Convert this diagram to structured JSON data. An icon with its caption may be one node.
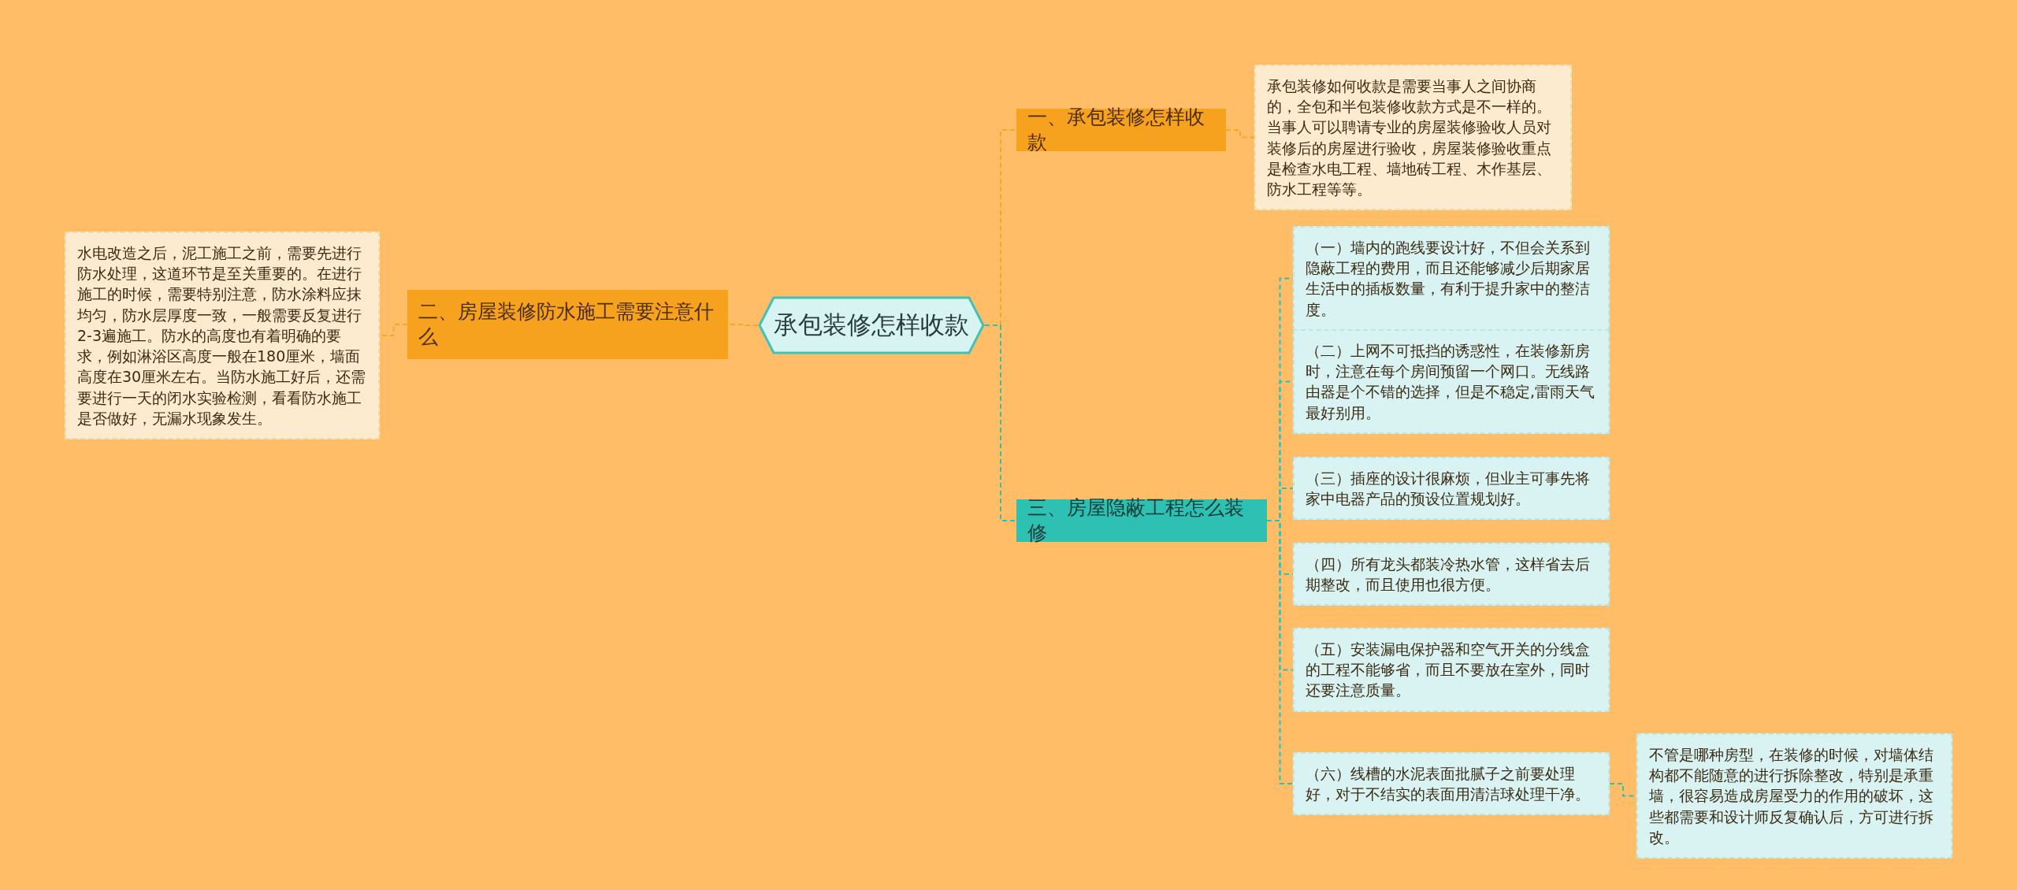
{
  "diagram": {
    "nodes": [
      {
        "text": [
          "承包装修怎样收款"
        ]
      },
      {
        "text": [
          "一、承包装修怎样收款"
        ]
      },
      {
        "text": [
          "承包装修如何收款是需要当事人之间协商的，全包和半包装修收款方式是不一样的。当事人可以聘请专业的房屋装修验收人员对装修后的房屋进行验收，房屋装修验收重点是检查水电工程、墙地砖工程、木作基层、防水工程等等。"
        ]
      },
      {
        "text": [
          "二、房屋装修防水施工需要注意什么"
        ]
      },
      {
        "text": [
          "水电改造之后，泥工施工之前，需要先进行防水处理，这道环节是至关重要的。在进行施工的时候，需要特别注意，防水涂料应抹均匀，防水层厚度一致，一般需要反复进行2-3遍施工。防水的高度也有着明确的要求，例如淋浴区高度一般在180厘米，墙面高度在30厘米左右。当防水施工好后，还需要进行一天的闭水实验检测，看看防水施工是否做好，无漏水现象发生。"
        ]
      },
      {
        "text": [
          "三、房屋隐蔽工程怎么装修"
        ]
      },
      {
        "text": [
          "（一）墙内的跑线要设计好，不但会关系到隐蔽工程的费用，而且还能够减少后期家居生活中的插板数量，有利于提升家中的整洁度。"
        ]
      },
      {
        "text": [
          "（二）上网不可抵挡的诱惑性，在装修新房时，注意在每个房间预留一个网口。无线路由器是个不错的选择，但是不稳定,雷雨天气最好别用。"
        ]
      },
      {
        "text": [
          "（三）插座的设计很麻烦，但业主可事先将家中电器产品的预设位置规划好。"
        ]
      },
      {
        "text": [
          "（四）所有龙头都装冷热水管，这样省去后期整改，而且使用也很方便。"
        ]
      },
      {
        "text": [
          "（五）安装漏电保护器和空气开关的分线盒的工程不能够省，而且不要放在室外，同时还要注意质量。"
        ]
      },
      {
        "text": [
          "（六）线槽的水泥表面批腻子之前要处理好，对于不结实的表面用清洁球处理干净。"
        ]
      },
      {
        "text": [
          "不管是哪种房型，在装修的时候，对墙体结构都不能随意的进行拆除整改，特别是承重墙，很容易造成房屋受力的作用的破坏，这些都需要和设计师反复确认后，方可进行拆改。"
        ]
      }
    ],
    "edges": [
      {
        "from": 0,
        "to": 1,
        "arrow": "none",
        "color": "#f5a623"
      },
      {
        "from": 1,
        "to": 2,
        "arrow": "none",
        "color": "#f5a623"
      },
      {
        "from": 0,
        "to": 3,
        "arrow": "none",
        "color": "#f5a623"
      },
      {
        "from": 3,
        "to": 4,
        "arrow": "none",
        "color": "#f5a623"
      },
      {
        "from": 0,
        "to": 5,
        "arrow": "none"
      },
      {
        "from": 5,
        "to": 6,
        "arrow": "none"
      },
      {
        "from": 5,
        "to": 7,
        "arrow": "none"
      },
      {
        "from": 5,
        "to": 8,
        "arrow": "none"
      },
      {
        "from": 5,
        "to": 9,
        "arrow": "none"
      },
      {
        "from": 5,
        "to": 10,
        "arrow": "none"
      },
      {
        "from": 5,
        "to": 11,
        "arrow": "none"
      },
      {
        "from": 11,
        "to": 12,
        "arrow": "none"
      }
    ]
  }
}
